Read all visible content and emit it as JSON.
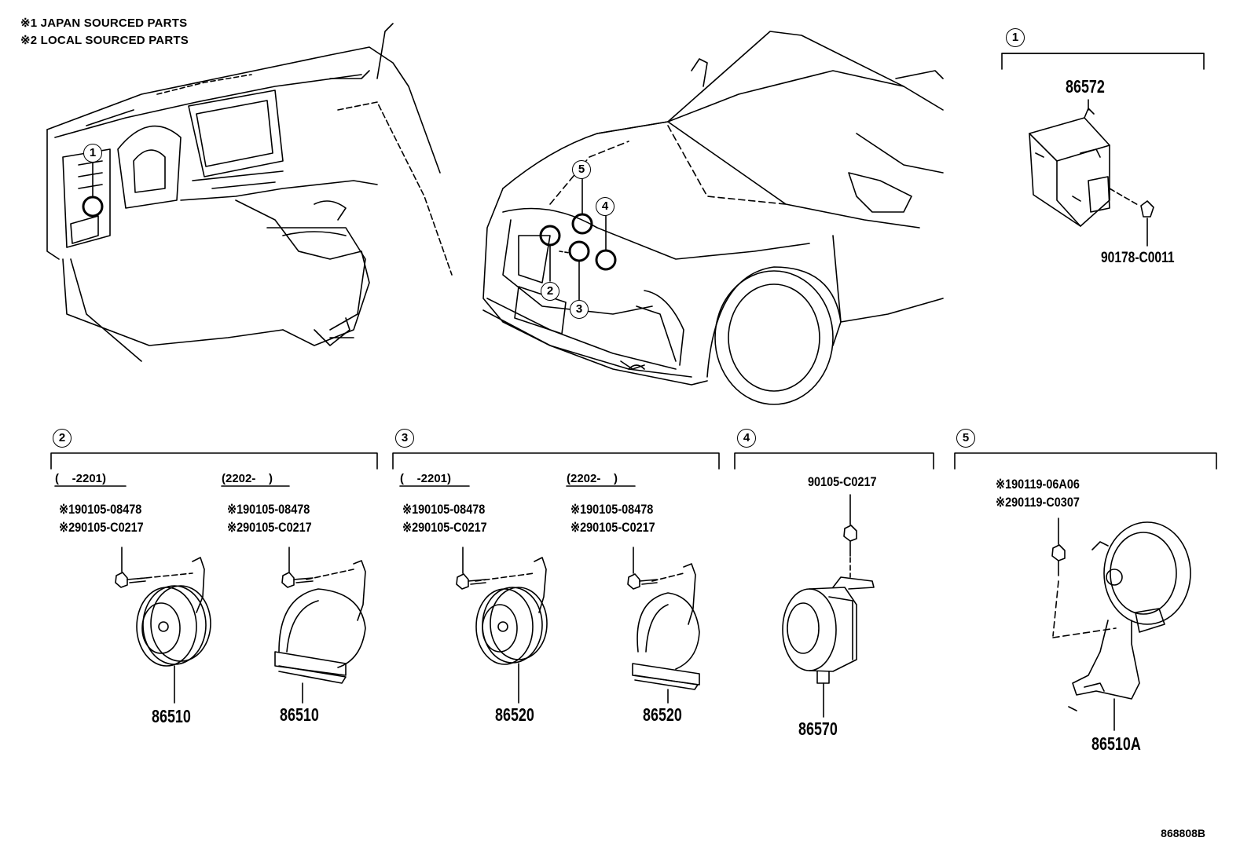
{
  "notes": {
    "note1": "※1 JAPAN SOURCED PARTS",
    "note2": "※2 LOCAL SOURCED PARTS"
  },
  "callouts": [
    "1",
    "2",
    "3",
    "4",
    "5"
  ],
  "groups": {
    "g1": {
      "number": "1",
      "part_main": "86572",
      "part_nut": "90178-C0011"
    },
    "g2": {
      "number": "2",
      "range_a": "(    -2201)",
      "range_b": "(2202-    )",
      "a_bolt1": "※190105-08478",
      "a_bolt2": "※290105-C0217",
      "b_bolt1": "※190105-08478",
      "b_bolt2": "※290105-C0217",
      "a_part": "86510",
      "b_part": "86510"
    },
    "g3": {
      "number": "3",
      "range_a": "(    -2201)",
      "range_b": "(2202-    )",
      "a_bolt1": "※190105-08478",
      "a_bolt2": "※290105-C0217",
      "b_bolt1": "※190105-08478",
      "b_bolt2": "※290105-C0217",
      "a_part": "86520",
      "b_part": "86520"
    },
    "g4": {
      "number": "4",
      "bolt": "90105-C0217",
      "part": "86570"
    },
    "g5": {
      "number": "5",
      "bolt1": "※190119-06A06",
      "bolt2": "※290119-C0307",
      "part": "86510A"
    }
  },
  "diagram_id": "868808B"
}
